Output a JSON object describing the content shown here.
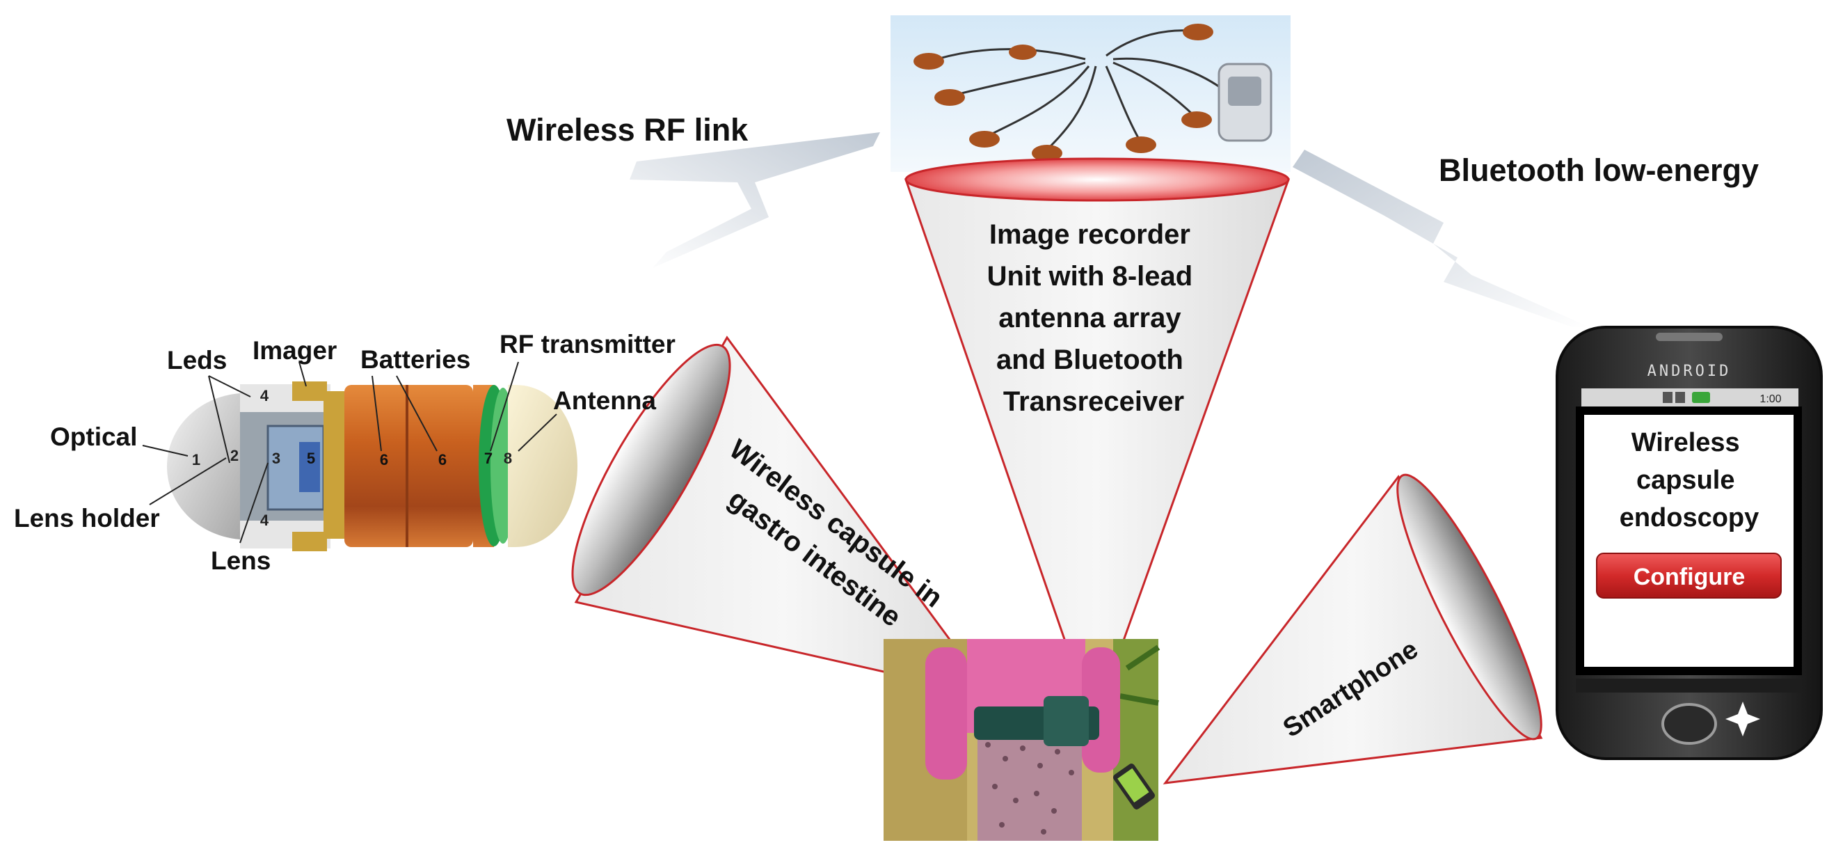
{
  "links": {
    "wireless_rf": "Wireless RF link",
    "bluetooth": "Bluetooth low-energy"
  },
  "capsule": {
    "labels": {
      "leds": "Leds",
      "imager": "Imager",
      "batteries": "Batteries",
      "rf_transmitter": "RF transmitter",
      "antenna": "Antenna",
      "optical": "Optical",
      "lens_holder": "Lens holder",
      "lens": "Lens"
    },
    "part_numbers": [
      "1",
      "2",
      "3",
      "4",
      "4",
      "5",
      "6",
      "6",
      "7",
      "8"
    ]
  },
  "cones": {
    "recorder": [
      "Image recorder",
      "Unit with 8-lead",
      "antenna array",
      "and Bluetooth",
      "Transreceiver"
    ],
    "capsule": [
      "Wireless capsule in",
      "gastro intestine"
    ],
    "smartphone": "Smartphone"
  },
  "phone": {
    "brand": "ANDROID",
    "status_time": "1:00",
    "screen_title": [
      "Wireless",
      "capsule",
      "endoscopy"
    ],
    "configure_button": "Configure"
  },
  "colors": {
    "cone_outline": "#c8262a",
    "button_red": "#d32a2a",
    "copper": "#c9611f"
  }
}
